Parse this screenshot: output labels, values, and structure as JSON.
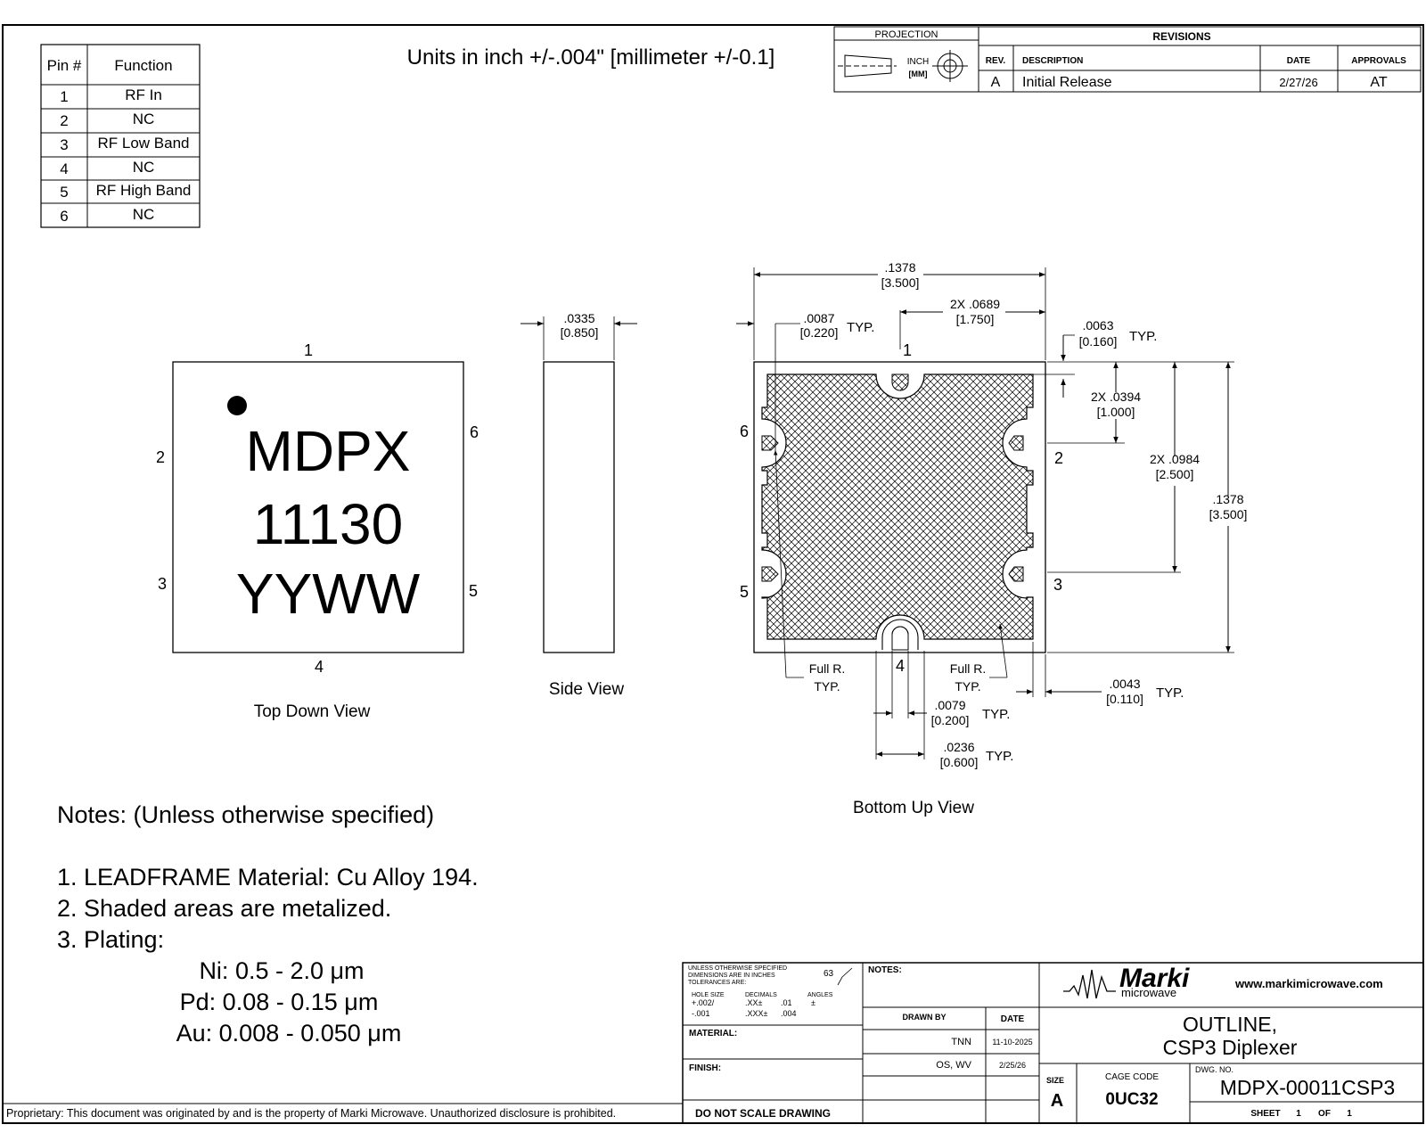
{
  "units_note": "Units in inch +/-.004\" [millimeter +/-0.1]",
  "pin_table": {
    "headers": [
      "Pin #",
      "Function"
    ],
    "rows": [
      {
        "pin": "1",
        "function": "RF In"
      },
      {
        "pin": "2",
        "function": "NC"
      },
      {
        "pin": "3",
        "function": "RF Low Band"
      },
      {
        "pin": "4",
        "function": "NC"
      },
      {
        "pin": "5",
        "function": "RF High Band"
      },
      {
        "pin": "6",
        "function": "NC"
      }
    ]
  },
  "projection": {
    "title": "PROJECTION",
    "unit_primary": "INCH",
    "unit_secondary": "[MM]"
  },
  "revisions": {
    "title": "REVISIONS",
    "headers": {
      "rev": "REV.",
      "description": "DESCRIPTION",
      "date": "DATE",
      "approvals": "APPROVALS"
    },
    "rows": [
      {
        "rev": "A",
        "description": "Initial Release",
        "date": "2/27/26",
        "approvals": "AT"
      }
    ]
  },
  "top_view": {
    "caption": "Top Down View",
    "marking": [
      "MDPX",
      "11130",
      "YYWW"
    ],
    "pin_labels": {
      "p1": "1",
      "p2": "2",
      "p3": "3",
      "p4": "4",
      "p5": "5",
      "p6": "6"
    }
  },
  "side_view": {
    "caption": "Side View",
    "thickness_in": ".0335",
    "thickness_mm": "[0.850]"
  },
  "bottom_view": {
    "caption": "Bottom Up View",
    "pin_labels": {
      "p1": "1",
      "p2": "2",
      "p3": "3",
      "p4": "4",
      "p5": "5",
      "p6": "6"
    },
    "dims": {
      "width_in": ".1378",
      "width_mm": "[3.500]",
      "height_in": ".1378",
      "height_mm": "[3.500]",
      "edge_in": ".0087",
      "edge_mm": "[0.220]",
      "half_in": "2X .0689",
      "half_mm": "[1.750]",
      "pad_offset_in": ".0063",
      "pad_offset_mm": "[0.160]",
      "pitch1_in": "2X .0394",
      "pitch1_mm": "[1.000]",
      "pitch2_in": "2X .0984",
      "pitch2_mm": "[2.500]",
      "corner_in": ".0043",
      "corner_mm": "[0.110]",
      "slot_in": ".0079",
      "slot_mm": "[0.200]",
      "pad_w_in": ".0236",
      "pad_w_mm": "[0.600]",
      "typ": "TYP.",
      "full_r_left": [
        "Full R.",
        "TYP."
      ],
      "full_r_right": [
        "Full R.",
        "TYP."
      ]
    }
  },
  "notes": {
    "heading": "Notes: (Unless otherwise specified)",
    "items": [
      "1. LEADFRAME Material: Cu Alloy 194.",
      "2. Shaded areas are metalized.",
      "3. Plating:"
    ],
    "plating": [
      "Ni: 0.5 - 2.0 μm",
      "Pd: 0.08 - 0.15 μm",
      "Au: 0.008 - 0.050 μm"
    ]
  },
  "proprietary": "Proprietary:  This document was originated by and is the property of Marki Microwave.  Unauthorized disclosure is prohibited.",
  "title_block": {
    "tolerance_lines": [
      "UNLESS OTHERWISE SPECIFIED",
      "DIMENSIONS ARE IN INCHES",
      "TOLERANCES ARE:"
    ],
    "tol_headers": [
      "HOLE SIZE",
      "DECIMALS",
      "ANGLES"
    ],
    "tol_row1": [
      "+.002/",
      ".XX±",
      ".01",
      "±"
    ],
    "tol_row2": [
      "-.001",
      ".XXX±",
      ".004"
    ],
    "surface_finish": "63",
    "material_label": "MATERIAL:",
    "finish_label": "FINISH:",
    "do_not_scale": "DO NOT SCALE DRAWING",
    "notes_label": "NOTES:",
    "drawn_by_label": "DRAWN BY",
    "date_label": "DATE",
    "drawn_by": [
      {
        "name": "TNN",
        "date": "11-10-2025"
      },
      {
        "name": "OS, WV",
        "date": "2/25/26"
      }
    ],
    "company_name": "Marki",
    "company_sub": "microwave",
    "website": "www.markimicrowave.com",
    "title_line1": "OUTLINE,",
    "title_line2": "CSP3 Diplexer",
    "size_label": "SIZE",
    "size": "A",
    "cage_code_label": "CAGE CODE",
    "cage_code": "0UC32",
    "dwg_no_label": "DWG. NO.",
    "dwg_no": "MDPX-00011CSP3",
    "sheet_label": "SHEET",
    "sheet_num": "1",
    "of_label": "OF",
    "sheet_total": "1"
  }
}
